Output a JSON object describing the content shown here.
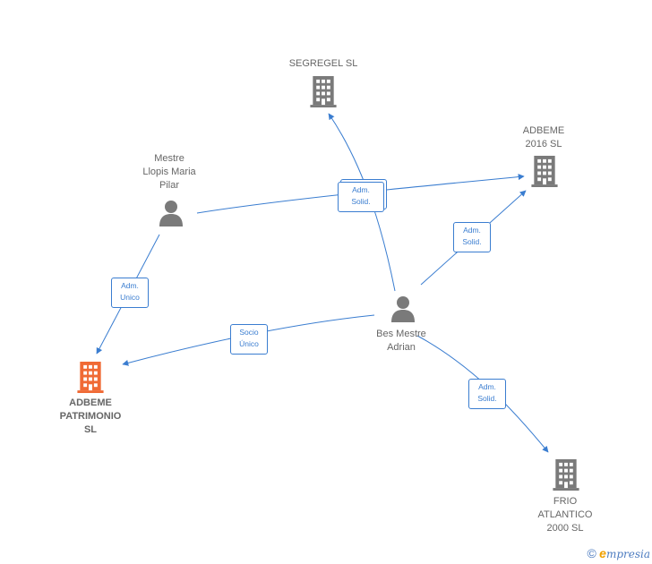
{
  "nodes": {
    "segregel": {
      "label": [
        "SEGREGEL SL"
      ]
    },
    "adbeme2016": {
      "label": [
        "ADBEME",
        "2016  SL"
      ]
    },
    "mestre": {
      "label": [
        "Mestre",
        "Llopis Maria",
        "Pilar"
      ]
    },
    "bes": {
      "label": [
        "Bes Mestre",
        "Adrian"
      ]
    },
    "patrimonio": {
      "label": [
        "ADBEME",
        "PATRIMONIO",
        "SL"
      ]
    },
    "frio": {
      "label": [
        "FRIO",
        "ATLANTICO",
        "2000  SL"
      ]
    }
  },
  "edges": {
    "solid_center": [
      "Adm.",
      "Solid."
    ],
    "solid_right": [
      "Adm.",
      "Solid."
    ],
    "unico": [
      "Adm.",
      "Unico"
    ],
    "socio": [
      "Socio",
      "Único"
    ],
    "solid_frio": [
      "Adm.",
      "Solid."
    ]
  },
  "colors": {
    "edge": "#3a7dd0",
    "company": "#7a7a7a",
    "main_company": "#f06a35",
    "person": "#7a7a7a"
  },
  "watermark": {
    "symbol": "©",
    "brand_initial": "e",
    "brand_rest": "mpresia"
  }
}
